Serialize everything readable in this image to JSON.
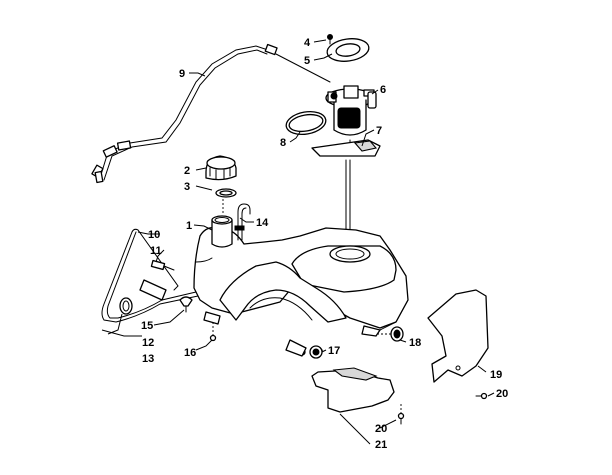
{
  "callouts": {
    "c1": "1",
    "c2": "2",
    "c3": "3",
    "c4": "4",
    "c5": "5",
    "c6": "6",
    "c7": "7",
    "c8": "8",
    "c9": "9",
    "c10": "10",
    "c11": "11",
    "c12": "12",
    "c13": "13",
    "c14": "14",
    "c15": "15",
    "c16": "16",
    "c17": "17",
    "c18": "18",
    "c19": "19",
    "c20a": "20",
    "c20b": "20",
    "c21": "21"
  }
}
